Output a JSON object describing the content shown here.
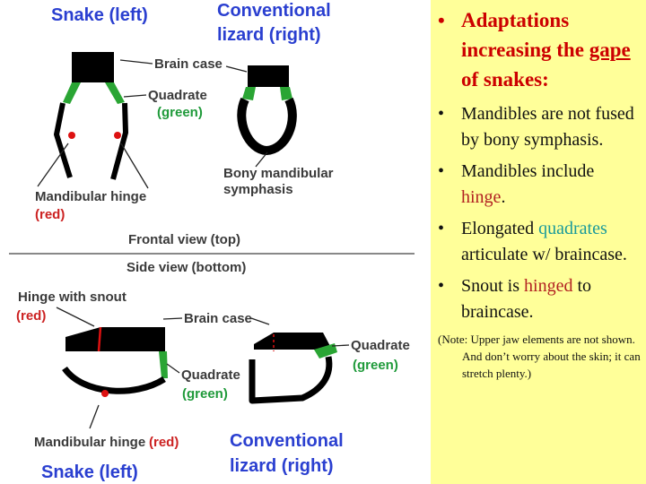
{
  "diagram": {
    "snake_left_top": "Snake (left)",
    "conventional_top_1": "Conventional",
    "conventional_top_2": "lizard (right)",
    "brain_case_top": "Brain case",
    "quadrate_top": "Quadrate",
    "green_top": "(green)",
    "bony_mandibular_1": "Bony mandibular",
    "bony_mandibular_2": "symphasis",
    "mandibular_hinge_top": "Mandibular hinge",
    "red_top": "(red)",
    "frontal_view": "Frontal view (top)",
    "side_view": "Side view (bottom)",
    "hinge_snout": "Hinge with snout",
    "red_mid": "(red)",
    "brain_case_bottom": "Brain case",
    "quadrate_right": "Quadrate",
    "green_right": "(green)",
    "quadrate_bottom": "Quadrate",
    "green_bottom": "(green)",
    "mandibular_hinge_bottom": "Mandibular hinge",
    "red_bottom": "(red)",
    "conventional_bottom_1": "Conventional",
    "conventional_bottom_2": "lizard (right)",
    "snake_left_bottom": "Snake (left)",
    "colors": {
      "bone": "#000000",
      "quadrate": "#2aa534",
      "hinge": "#dd1111",
      "title_blue": "#2a3fd0"
    }
  },
  "panel": {
    "bullet": "•",
    "headline_1": "Adaptations increasing the ",
    "headline_2": "gape",
    "headline_3": " of snakes:",
    "items": [
      {
        "t1": "Mandibles are not fused by bony symphasis."
      },
      {
        "t1": "Mandibles include ",
        "k": "hinge",
        "t2": "."
      },
      {
        "t1": "Elongated ",
        "k": "quadrates",
        "t2": " articulate w/ braincase."
      },
      {
        "t1": "Snout is ",
        "k": "hinged",
        "t2": " to braincase."
      }
    ],
    "note": "(Note: Upper jaw elements are not shown.  And don’t worry about the skin; it can stretch plenty.)",
    "colors": {
      "background": "#ffff99",
      "headline": "#cc0000",
      "key_red": "#b22222",
      "key_teal": "#1a9a9a"
    }
  }
}
